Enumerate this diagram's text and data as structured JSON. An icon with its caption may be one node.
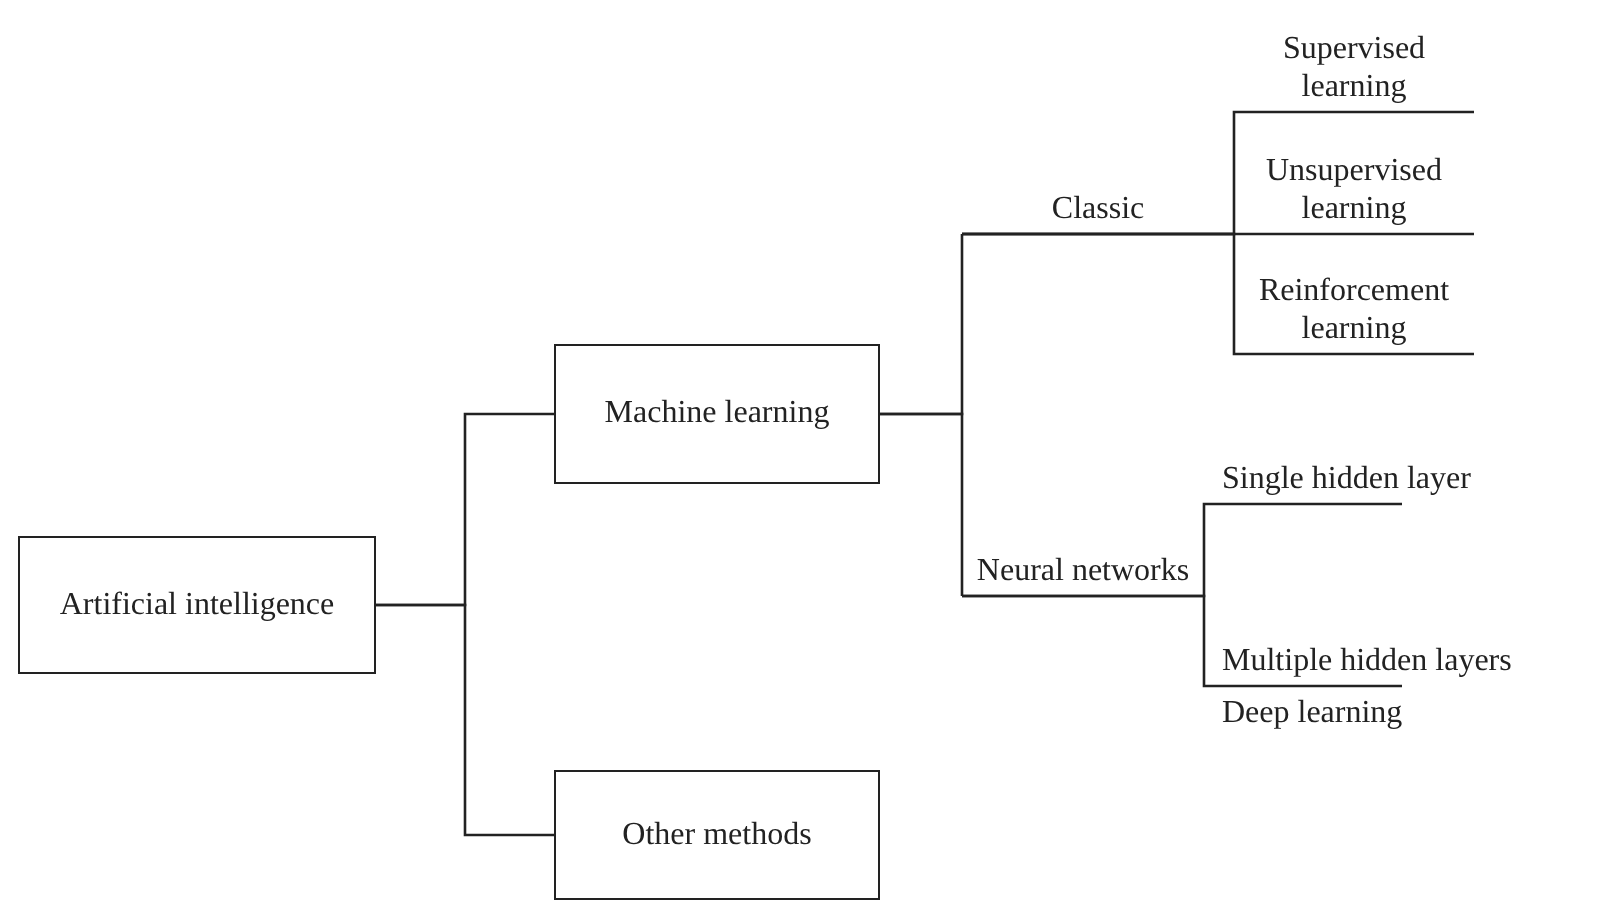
{
  "diagram": {
    "nodes": [
      {
        "text": [
          "Artificial intelligence"
        ]
      },
      {
        "text": [
          "Machine learning"
        ]
      },
      {
        "text": [
          "Other methods"
        ]
      },
      {
        "text": [
          "Classic"
        ]
      },
      {
        "text": [
          "Neural networks"
        ]
      },
      {
        "text": [
          "Supervised learning"
        ]
      },
      {
        "text": [
          "Unsupervised learning"
        ]
      },
      {
        "text": [
          "Reinforcement learning"
        ]
      },
      {
        "text": [
          "Single hidden layer"
        ]
      },
      {
        "text": [
          "Multiple hidden layers"
        ],
        "beside": [
          "Deep learning"
        ]
      }
    ],
    "edges": [
      {
        "from": 0,
        "to": 1,
        "arrow": "none"
      },
      {
        "from": 0,
        "to": 2,
        "arrow": "none"
      },
      {
        "from": 1,
        "to": 3,
        "arrow": "none"
      },
      {
        "from": 1,
        "to": 4,
        "arrow": "none"
      },
      {
        "from": 3,
        "to": 5,
        "arrow": "none"
      },
      {
        "from": 3,
        "to": 6,
        "arrow": "none"
      },
      {
        "from": 3,
        "to": 7,
        "arrow": "none"
      },
      {
        "from": 4,
        "to": 8,
        "arrow": "none"
      },
      {
        "from": 4,
        "to": 9,
        "arrow": "none"
      }
    ]
  }
}
